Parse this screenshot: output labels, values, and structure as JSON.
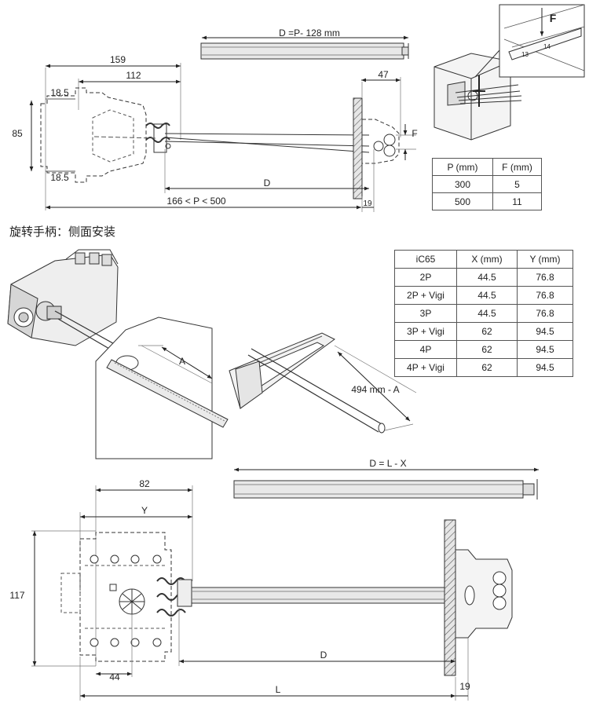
{
  "top_diagram": {
    "rod_label": "D =P- 128 mm",
    "dim_159": "159",
    "dim_112": "112",
    "dim_18_5_top": "18.5",
    "dim_85": "85",
    "dim_18_5_bottom": "18.5",
    "dim_47": "47",
    "dim_F": "F",
    "dim_D": "D",
    "dim_range": "166 < P < 500",
    "dim_19": "19",
    "detail_F": "F",
    "detail_scale": [
      "13",
      "14"
    ]
  },
  "pf_table": {
    "headers": [
      "P (mm)",
      "F (mm)"
    ],
    "rows": [
      [
        "300",
        "5"
      ],
      [
        "500",
        "11"
      ]
    ]
  },
  "caption": "旋转手柄：侧面安装",
  "middle_diagram": {
    "dim_A": "A",
    "dim_494": "494 mm - A"
  },
  "ic65_table": {
    "headers": [
      "iC65",
      "X (mm)",
      "Y (mm)"
    ],
    "rows": [
      [
        "2P",
        "44.5",
        "76.8"
      ],
      [
        "2P + Vigi",
        "44.5",
        "76.8"
      ],
      [
        "3P",
        "44.5",
        "76.8"
      ],
      [
        "3P + Vigi",
        "62",
        "94.5"
      ],
      [
        "4P",
        "62",
        "94.5"
      ],
      [
        "4P + Vigi",
        "62",
        "94.5"
      ]
    ]
  },
  "bottom_diagram": {
    "rod_label": "D = L - X",
    "dim_82": "82",
    "dim_Y": "Y",
    "dim_117": "117",
    "dim_D": "D",
    "dim_44": "44",
    "dim_L": "L",
    "dim_19": "19"
  }
}
